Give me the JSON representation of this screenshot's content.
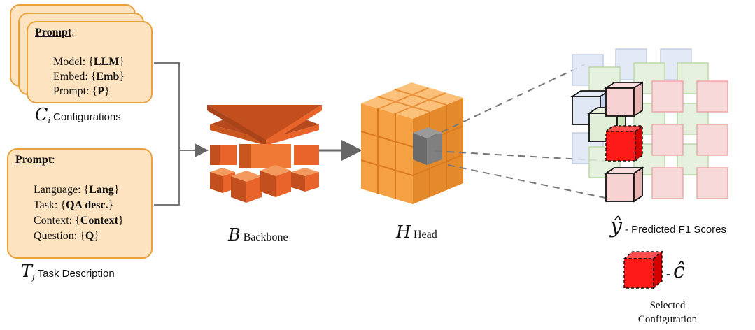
{
  "config_card": {
    "title": "Prompt",
    "colon": ":",
    "lines": [
      {
        "key": "Model: {",
        "val": "LLM",
        "end": "}"
      },
      {
        "key": "Embed: {",
        "val": "Emb",
        "end": "}"
      },
      {
        "key": "Prompt: {",
        "val": "P",
        "end": "}"
      }
    ],
    "caption_symbol": "C",
    "caption_sub": "i",
    "caption_text": "Configurations"
  },
  "task_card": {
    "title": "Prompt",
    "colon": ":",
    "lines": [
      {
        "key": "Language: {",
        "val": "Lang",
        "end": "}"
      },
      {
        "key": "Task: {",
        "val": "QA desc.",
        "end": "}"
      },
      {
        "key": "Context: {",
        "val": "Context",
        "end": "}"
      },
      {
        "key": "Question: {",
        "val": "Q",
        "end": "}"
      }
    ],
    "caption_symbol": "T",
    "caption_sub": "j",
    "caption_text": "Task Description"
  },
  "backbone": {
    "symbol": "B",
    "label": "Backbone"
  },
  "head": {
    "symbol": "H",
    "label": "Head"
  },
  "output": {
    "symbol": "ŷ",
    "label": "- Predicted F1 Scores"
  },
  "selected": {
    "dash": "-",
    "symbol": "ĉ",
    "label_line1": "Selected",
    "label_line2": "Configuration"
  },
  "colors": {
    "card_fill": "#fde3c0",
    "card_border": "#e9a23a",
    "backbone": "#e8642b",
    "head": "#f5a043",
    "selected": "#ff1a1a"
  }
}
